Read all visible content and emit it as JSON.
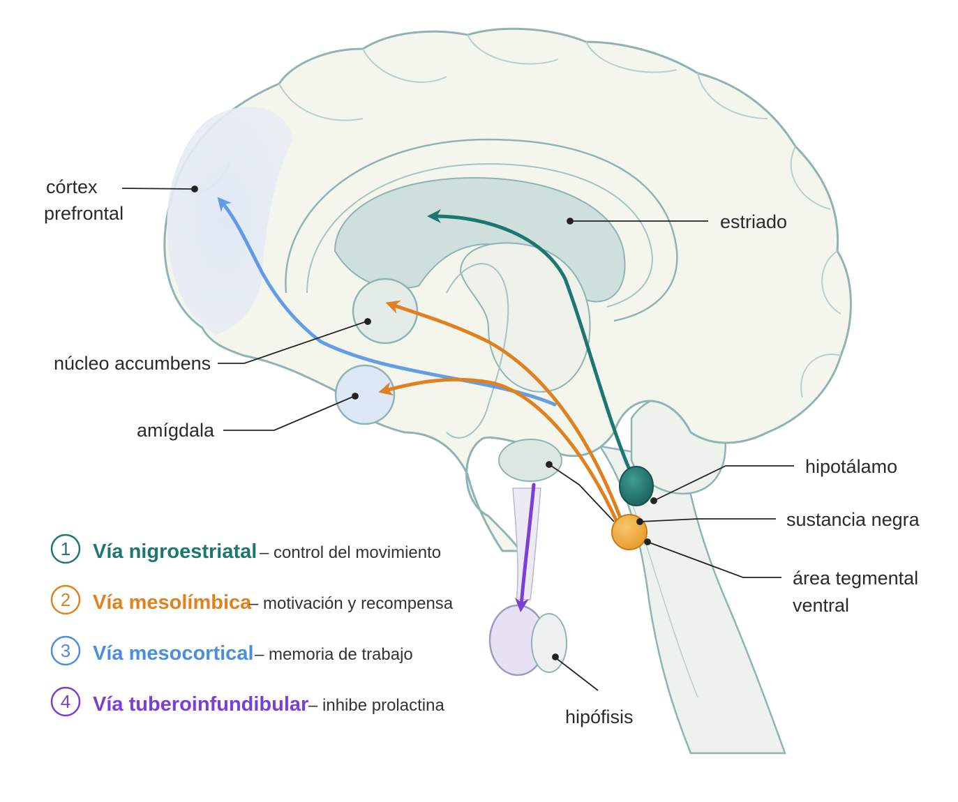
{
  "labels": {
    "cortex_prefrontal": [
      "córtex",
      "prefrontal"
    ],
    "estriado": "estriado",
    "nucleo_accumbens": "núcleo accumbens",
    "amigdala": "amígdala",
    "hipotalamo": "hipotálamo",
    "sustancia_negra": "sustancia negra",
    "area_tegmental": [
      "área tegmental",
      "ventral"
    ],
    "hipofisis": "hipófisis"
  },
  "legend": [
    {
      "num": "1",
      "name": "Vía nigroestriatal",
      "desc": "– control del movimiento",
      "color": "#1e7670"
    },
    {
      "num": "2",
      "name": "Vía mesolímbica",
      "desc": "– motivación y recompensa",
      "color": "#e0811f"
    },
    {
      "num": "3",
      "name": "Vía mesocortical",
      "desc": "– memoria de trabajo",
      "color": "#4a8ee0"
    },
    {
      "num": "4",
      "name": "Vía tuberoinfundibular",
      "desc": "– inhibe prolactina",
      "color": "#7b3fd6"
    }
  ],
  "colors": {
    "nigroestriatal": "#1e7670",
    "mesolimbica": "#e0811f",
    "mesocortical": "#4a8ee0",
    "tuberoinfundibular": "#7b3fd6",
    "outline": "#8fb3b4",
    "brain_fill": "#f4f6ee"
  }
}
